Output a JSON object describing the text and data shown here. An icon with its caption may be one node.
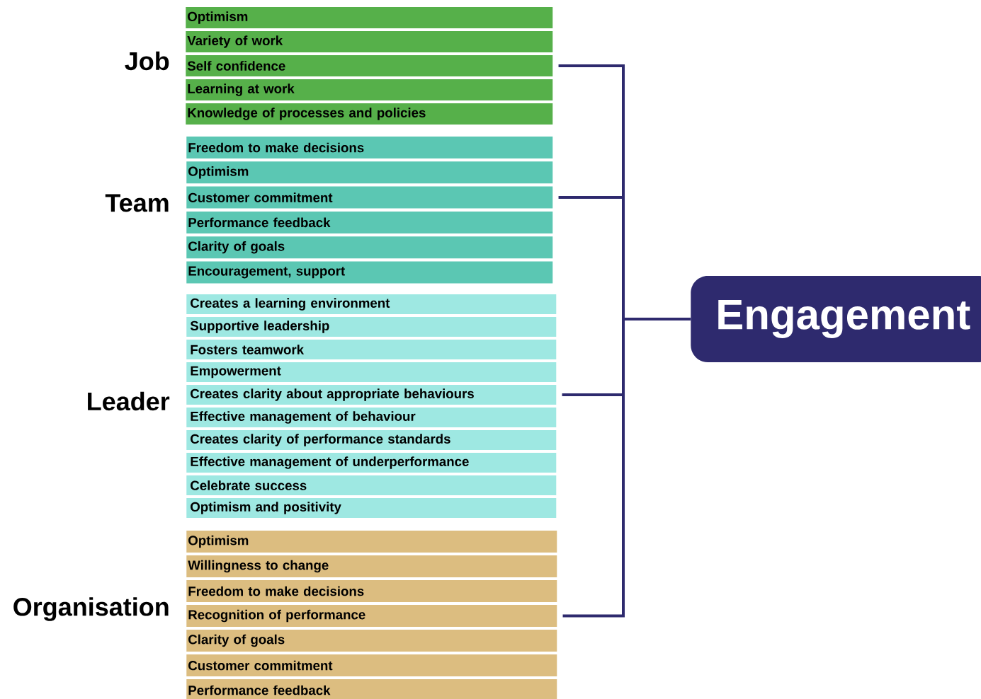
{
  "diagram": {
    "nodes": [
      {
        "text": [
          "Optimism"
        ]
      },
      {
        "text": [
          "Variety of work"
        ]
      },
      {
        "text": [
          "Self confidence"
        ]
      },
      {
        "text": [
          "Learning at work"
        ]
      },
      {
        "text": [
          "Knowledge of processes and policies"
        ]
      },
      {
        "text": [
          "Freedom to make decisions"
        ]
      },
      {
        "text": [
          "Optimism"
        ]
      },
      {
        "text": [
          "Customer commitment"
        ]
      },
      {
        "text": [
          "Performance feedback"
        ]
      },
      {
        "text": [
          "Clarity of goals"
        ]
      },
      {
        "text": [
          "Encouragement, support"
        ]
      },
      {
        "text": [
          "Creates a learning environment"
        ]
      },
      {
        "text": [
          "Supportive leadership"
        ]
      },
      {
        "text": [
          "Fosters teamwork"
        ]
      },
      {
        "text": [
          "Empowerment"
        ]
      },
      {
        "text": [
          "Creates clarity about appropriate behaviours"
        ]
      },
      {
        "text": [
          "Effective management of behaviour"
        ]
      },
      {
        "text": [
          "Creates clarity of performance standards"
        ]
      },
      {
        "text": [
          "Effective management of underperformance"
        ]
      },
      {
        "text": [
          "Celebrate success"
        ]
      },
      {
        "text": [
          "Optimism and positivity"
        ]
      },
      {
        "text": [
          "Optimism"
        ]
      },
      {
        "text": [
          "Willingness to change"
        ]
      },
      {
        "text": [
          "Freedom to make decisions"
        ]
      },
      {
        "text": [
          "Recognition of performance"
        ]
      },
      {
        "text": [
          "Clarity of goals"
        ]
      },
      {
        "text": [
          "Customer commitment"
        ]
      },
      {
        "text": [
          "Performance feedback"
        ]
      },
      {
        "text": [
          "Engagement"
        ]
      }
    ],
    "edges": [
      {
        "from": 2,
        "to": 28,
        "arrow": "none"
      },
      {
        "from": 7,
        "to": 28,
        "arrow": "none"
      },
      {
        "from": 15,
        "to": 28,
        "arrow": "none"
      },
      {
        "from": 24,
        "to": 28,
        "arrow": "none"
      }
    ],
    "labels": [
      "Job",
      "Team",
      "Leader",
      "Organisation"
    ]
  }
}
